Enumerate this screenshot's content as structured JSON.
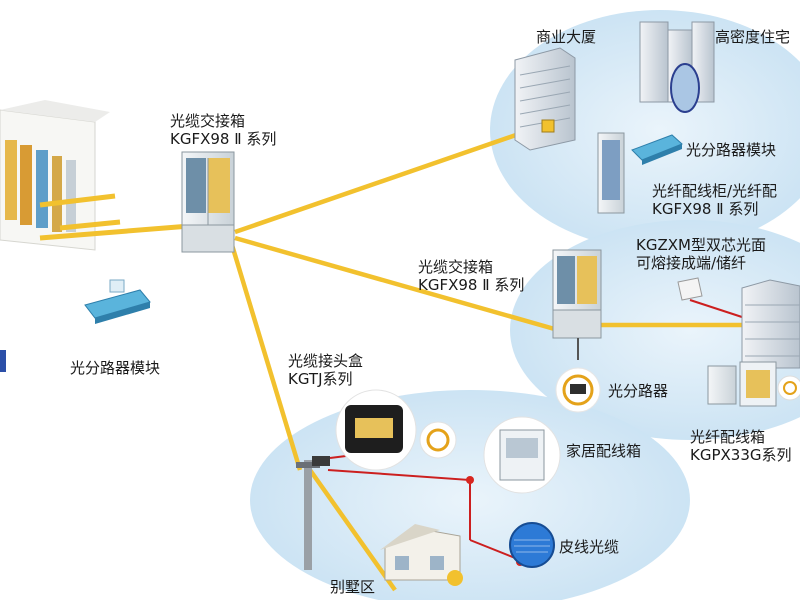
{
  "labels": {
    "cabinet_top": [
      "光缆交接箱",
      "KGFX98 Ⅱ 系列"
    ],
    "cabinet_mid": [
      "光缆交接箱",
      "KGFX98 Ⅱ 系列"
    ],
    "splitter_module_left": "光分路器模块",
    "splitter_module_right": "光分路器模块",
    "commercial_building": "商业大厦",
    "high_density": "高密度住宅",
    "fiber_rack": [
      "光纤配线柜/光纤配",
      "KGFX98 Ⅱ 系列"
    ],
    "kgzxm": [
      "KGZXM型双芯光面",
      "可熔接成端/储纤"
    ],
    "splitter": "光分路器",
    "dist_box": [
      "光纤配线箱",
      "KGPX33G系列"
    ],
    "joint_box": [
      "光缆接头盒",
      "KGTJ系列"
    ],
    "home_box": "家居配线箱",
    "drop_cable": "皮线光缆",
    "villa": "别墅区"
  },
  "colors": {
    "fiber": "#f2c12e",
    "drop_wire": "#cc1f1f",
    "cloud": "#cfe6f4",
    "cabinet": "#e6ebee",
    "tray": "#5ab4dc"
  }
}
